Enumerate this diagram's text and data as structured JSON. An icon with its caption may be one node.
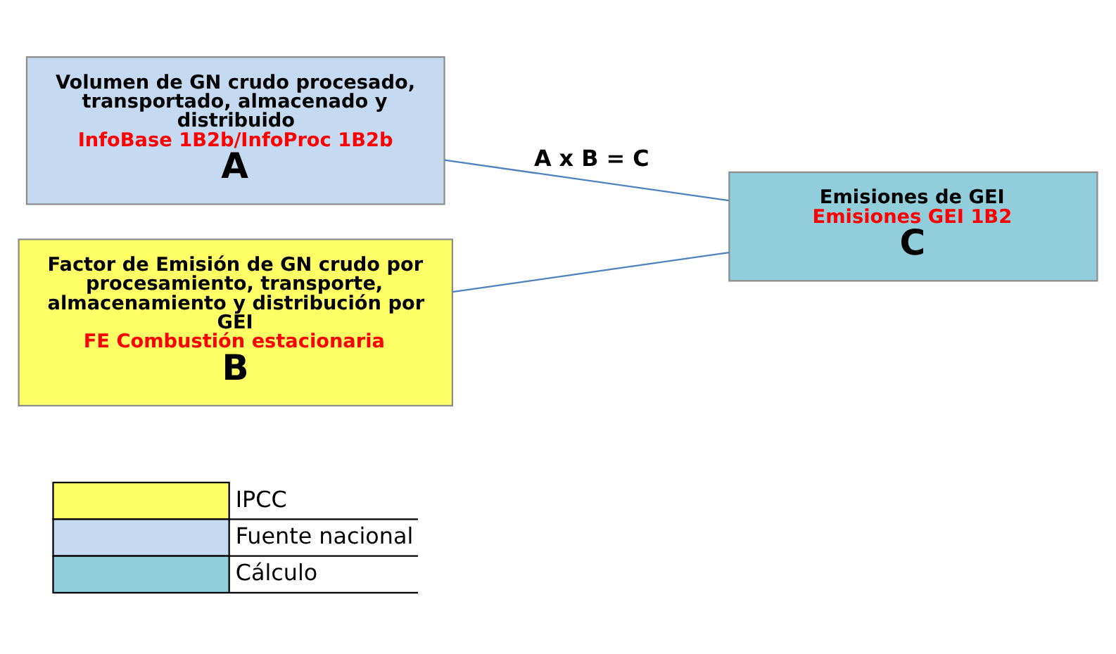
{
  "diagram": {
    "nodes": [
      {
        "text": [
          "Volumen de GN crudo procesado, transportado, almacenado y distribuido",
          "InfoBase 1B2b/InfoProc 1B2b",
          "A"
        ]
      },
      {
        "text": [
          "Factor de Emisión de GN crudo por procesamiento, transporte, almacenamiento y distribución por GEI",
          "FE Combustión estacionaria",
          "B"
        ]
      },
      {
        "text": [
          "Emisiones de GEI",
          "Emisiones GEI 1B2",
          "C"
        ]
      }
    ],
    "edges": [
      {
        "from": 0,
        "to": 2,
        "arrow": "none",
        "label": "A x B = C"
      },
      {
        "from": 1,
        "to": 2,
        "arrow": "none"
      }
    ],
    "legend": [
      {
        "text": "IPCC",
        "color": "#ffff66"
      },
      {
        "text": "Fuente nacional",
        "color": "#c5d9f1"
      },
      {
        "text": "Cálculo",
        "color": "#92cddc"
      }
    ]
  }
}
